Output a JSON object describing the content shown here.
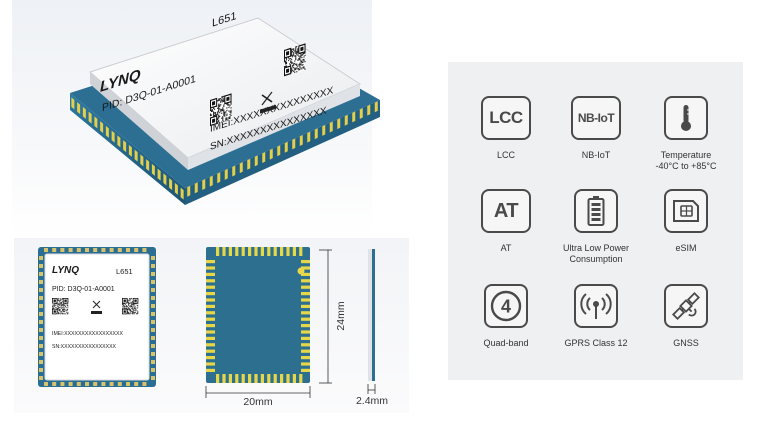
{
  "module": {
    "brand": "LYNQ",
    "model": "L651",
    "pid": "PID: D3Q-01-A0001",
    "imei": "IMEI:XXXXXXXXXXXXXXX",
    "sn": "SN:XXXXXXXXXXXXXXX",
    "imei_small": "IMEI:XXXXXXXXXXXXXXXXX",
    "sn_small": "SN:XXXXXXXXXXXXXXXX"
  },
  "dimensions": {
    "width": "20mm",
    "height": "24mm",
    "thickness": "2.4mm"
  },
  "features": [
    {
      "icon": "lcc-text-icon",
      "icon_text": "LCC",
      "label": "LCC"
    },
    {
      "icon": "nbiot-text-icon",
      "icon_text": "NB-IoT",
      "label": "NB-IoT"
    },
    {
      "icon": "thermometer-icon",
      "label": "Temperature",
      "sublabel": "-40°C to +85°C"
    },
    {
      "icon": "at-text-icon",
      "icon_text": "AT",
      "label": "AT"
    },
    {
      "icon": "battery-icon",
      "label": "Ultra Low Power",
      "sublabel": "Consumption"
    },
    {
      "icon": "sim-card-icon",
      "label": "eSIM"
    },
    {
      "icon": "four-circle-icon",
      "icon_text": "4",
      "label": "Quad-band"
    },
    {
      "icon": "antenna-signal-icon",
      "label": "GPRS Class 12"
    },
    {
      "icon": "satellite-icon",
      "label": "GNSS"
    }
  ]
}
